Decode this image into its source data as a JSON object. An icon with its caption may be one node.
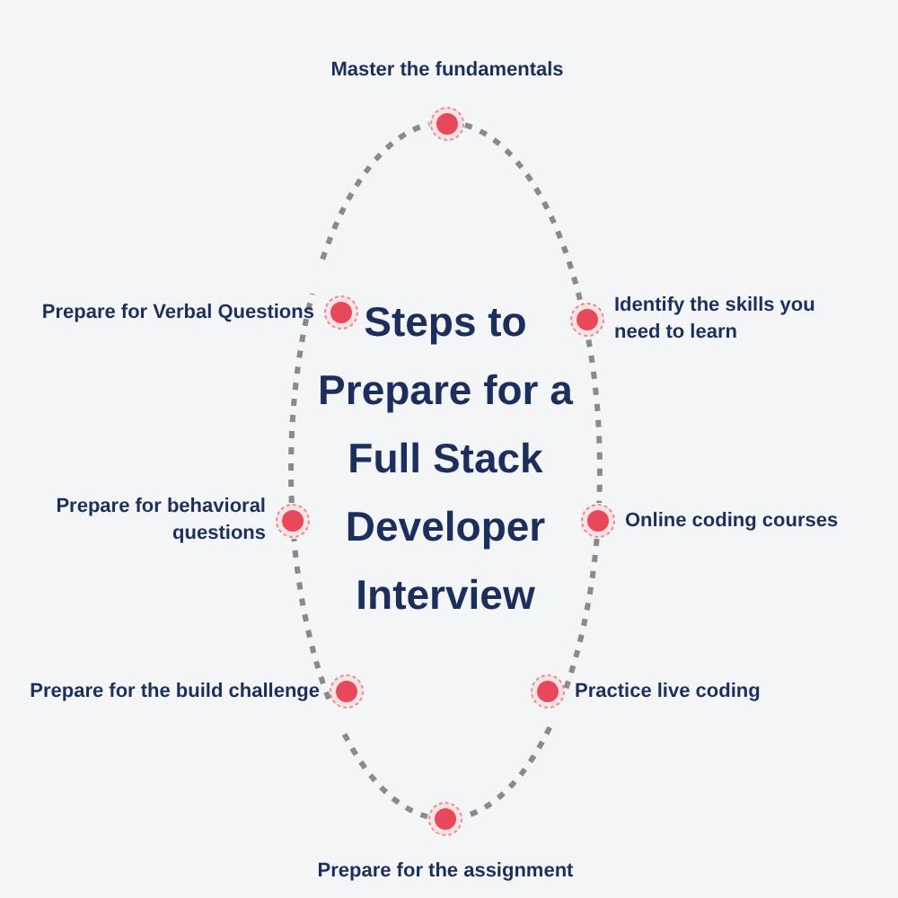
{
  "diagram": {
    "title": "Steps to Prepare for a Full Stack Developer Interview",
    "nodes": [
      {
        "text": [
          "Master the fundamentals"
        ]
      },
      {
        "text": [
          "Identify the skills you need to learn"
        ]
      },
      {
        "text": [
          "Online coding courses"
        ]
      },
      {
        "text": [
          "Practice live coding"
        ]
      },
      {
        "text": [
          "Prepare for the assignment"
        ]
      },
      {
        "text": [
          "Prepare for the build challenge"
        ]
      },
      {
        "text": [
          "Prepare for behavioral questions"
        ]
      },
      {
        "text": [
          "Prepare for Verbal Questions"
        ]
      }
    ],
    "edges": [
      {
        "from": 0,
        "to": 1,
        "arrow": "none",
        "style": "dashed"
      },
      {
        "from": 1,
        "to": 2,
        "arrow": "none",
        "style": "dashed"
      },
      {
        "from": 2,
        "to": 3,
        "arrow": "none",
        "style": "dashed"
      },
      {
        "from": 3,
        "to": 4,
        "arrow": "none",
        "style": "dashed"
      },
      {
        "from": 4,
        "to": 5,
        "arrow": "none",
        "style": "dashed"
      },
      {
        "from": 5,
        "to": 6,
        "arrow": "none",
        "style": "dashed"
      },
      {
        "from": 6,
        "to": 7,
        "arrow": "none",
        "style": "dashed"
      },
      {
        "from": 7,
        "to": 0,
        "arrow": "none",
        "style": "dashed"
      }
    ]
  }
}
